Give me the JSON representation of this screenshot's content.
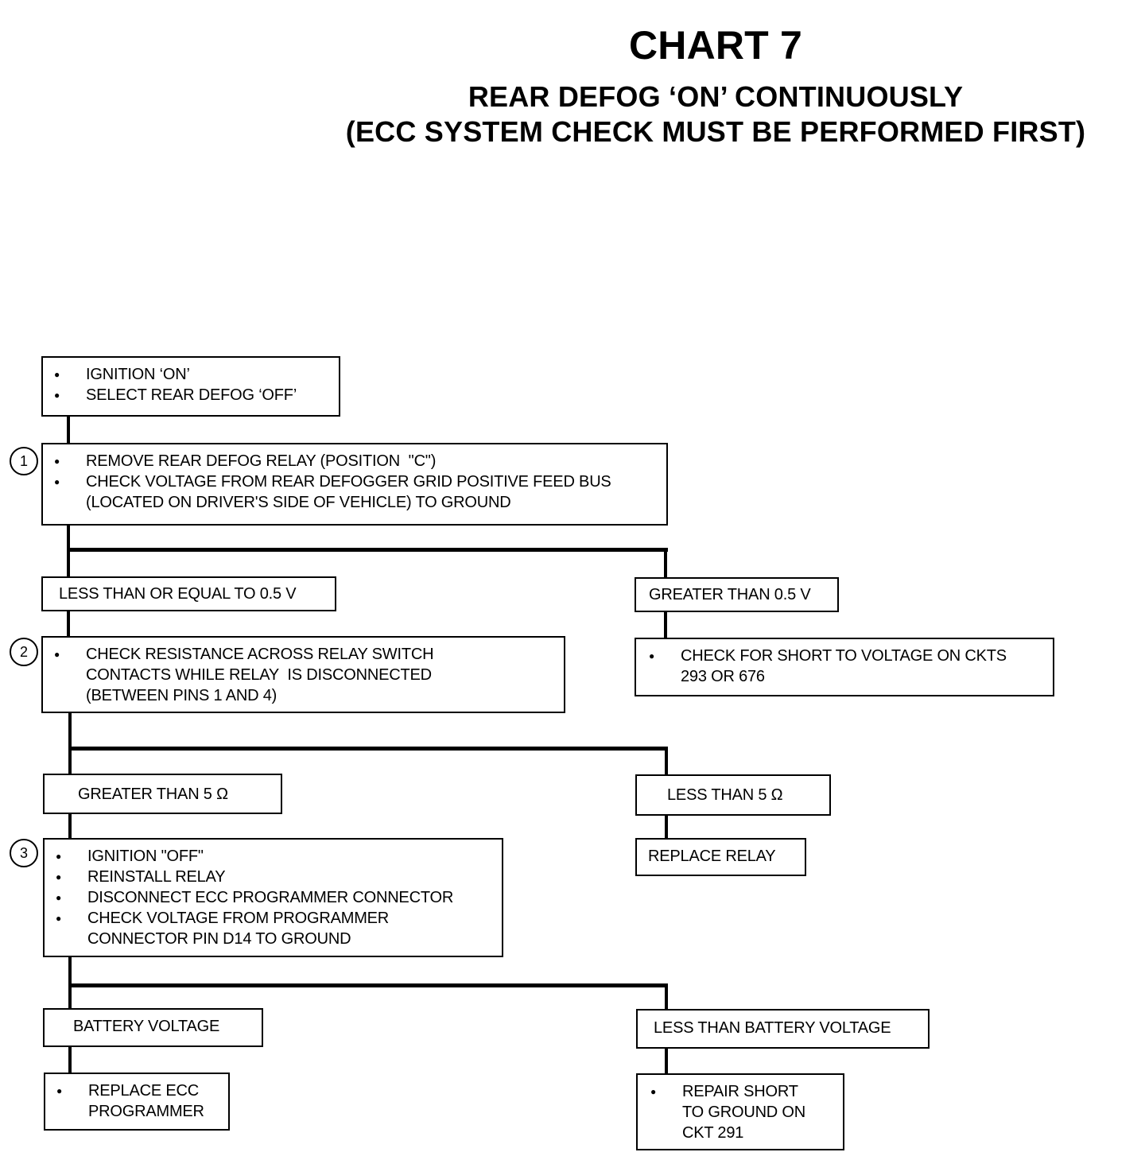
{
  "header": {
    "title": "CHART 7",
    "subtitle_line1": "REAR DEFOG ‘ON’ CONTINUOUSLY",
    "subtitle_line2": "(ECC SYSTEM CHECK MUST BE PERFORMED FIRST)"
  },
  "flow": {
    "start": {
      "bullets": [
        "IGNITION ‘ON’",
        "SELECT REAR DEFOG ‘OFF’"
      ]
    },
    "step1": {
      "number": "1",
      "bullets": [
        "REMOVE REAR DEFOG RELAY (POSITION  \"C\")",
        "CHECK VOLTAGE FROM REAR DEFOGGER GRID POSITIVE FEED BUS\n(LOCATED ON DRIVER'S SIDE OF VEHICLE) TO GROUND"
      ],
      "left_result": "LESS THAN OR EQUAL TO 0.5 V",
      "right_result": "GREATER THAN 0.5 V",
      "right_action": "CHECK FOR SHORT TO VOLTAGE ON CKTS\n293 OR 676"
    },
    "step2": {
      "number": "2",
      "bullets": [
        "CHECK RESISTANCE ACROSS RELAY SWITCH\nCONTACTS WHILE RELAY  IS DISCONNECTED\n(BETWEEN PINS 1 AND 4)"
      ],
      "left_result": "GREATER THAN 5 Ω",
      "right_result": "LESS THAN 5 Ω",
      "right_action": "REPLACE  RELAY"
    },
    "step3": {
      "number": "3",
      "bullets": [
        "IGNITION \"OFF\"",
        "REINSTALL RELAY",
        "DISCONNECT ECC PROGRAMMER CONNECTOR",
        "CHECK VOLTAGE FROM PROGRAMMER\nCONNECTOR PIN D14 TO GROUND"
      ],
      "left_result": "BATTERY VOLTAGE",
      "left_action": "REPLACE ECC\nPROGRAMMER",
      "right_result": "LESS THAN BATTERY VOLTAGE",
      "right_action": "REPAIR SHORT\nTO GROUND ON\nCKT 291"
    }
  }
}
